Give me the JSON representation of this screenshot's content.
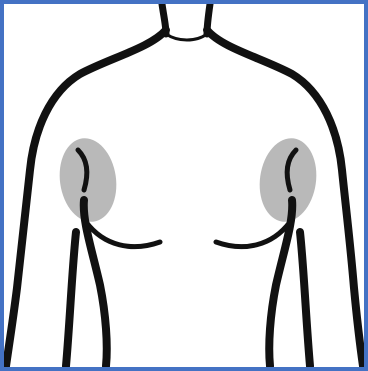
{
  "figure": {
    "icon": "torso-outline",
    "highlighted_regions": [
      "left-armpit",
      "right-armpit"
    ]
  },
  "colors": {
    "frame": "#4472c4",
    "outline": "#111111",
    "highlight": "#b9b9b9",
    "background": "#ffffff"
  }
}
